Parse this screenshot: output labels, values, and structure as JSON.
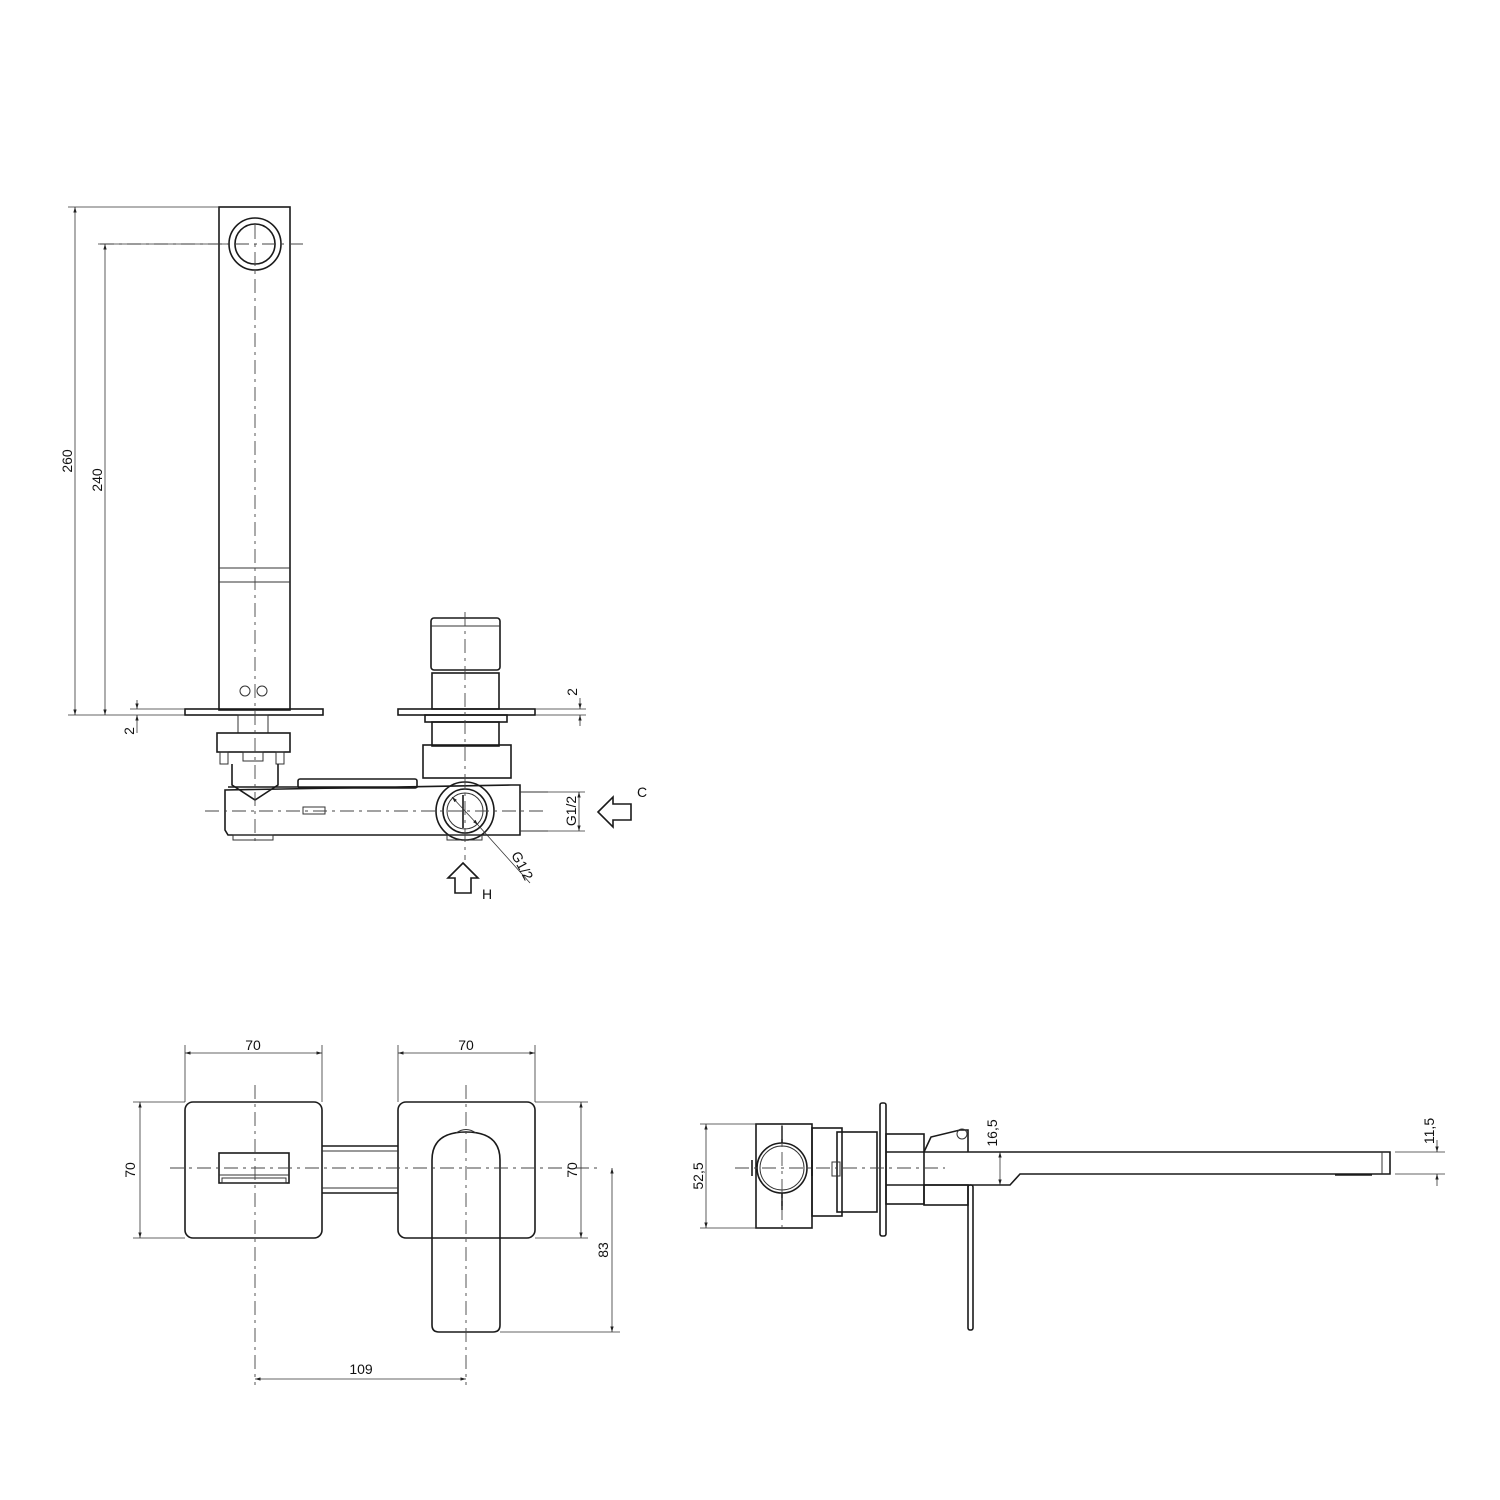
{
  "views": {
    "installation": {
      "dims": {
        "overall_height": "260",
        "outlet_height": "240",
        "plate_left": "2",
        "plate_right": "2",
        "inlet_side": "G1/2",
        "inlet_bottom": "G1/2"
      },
      "arrows": {
        "cold": "C",
        "hot": "H"
      }
    },
    "front": {
      "dims": {
        "spout_plate_width": "70",
        "mixer_plate_width": "70",
        "spout_plate_height": "70",
        "mixer_plate_height": "70",
        "lever_length": "83",
        "center_distance": "109"
      }
    },
    "side": {
      "dims": {
        "body_height": "52,5",
        "spout_thickness": "16,5",
        "outlet_thickness": "11,5"
      }
    }
  },
  "colors": {
    "line": "#1a1a1a",
    "background": "#ffffff"
  }
}
